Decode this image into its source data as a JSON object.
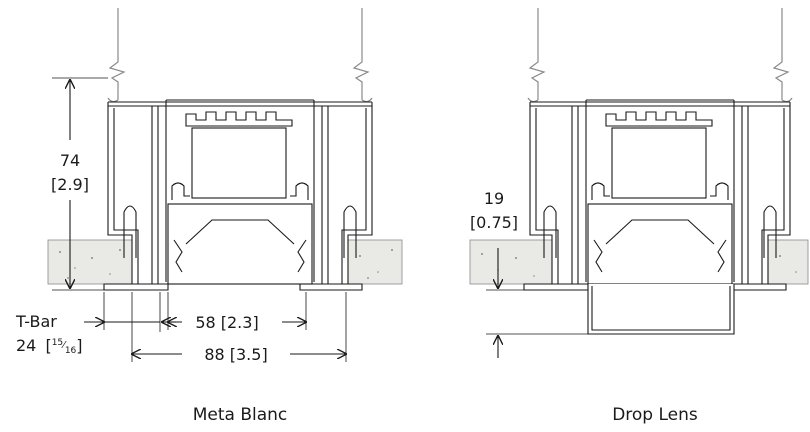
{
  "left_figure": {
    "caption": "Meta Blanc",
    "height_dim": {
      "mm": "74",
      "in": "[2.9]"
    },
    "tbar_dim": {
      "label": "T-Bar",
      "mm": "24",
      "in_prefix": "[",
      "frac_num": "15",
      "frac_den": "16",
      "in_suffix": "]"
    },
    "aperture_dim": "58 [2.3]",
    "overall_dim": "88 [3.5]"
  },
  "right_figure": {
    "caption": "Drop Lens",
    "drop_dim": {
      "mm": "19",
      "in": "[0.75]"
    }
  }
}
